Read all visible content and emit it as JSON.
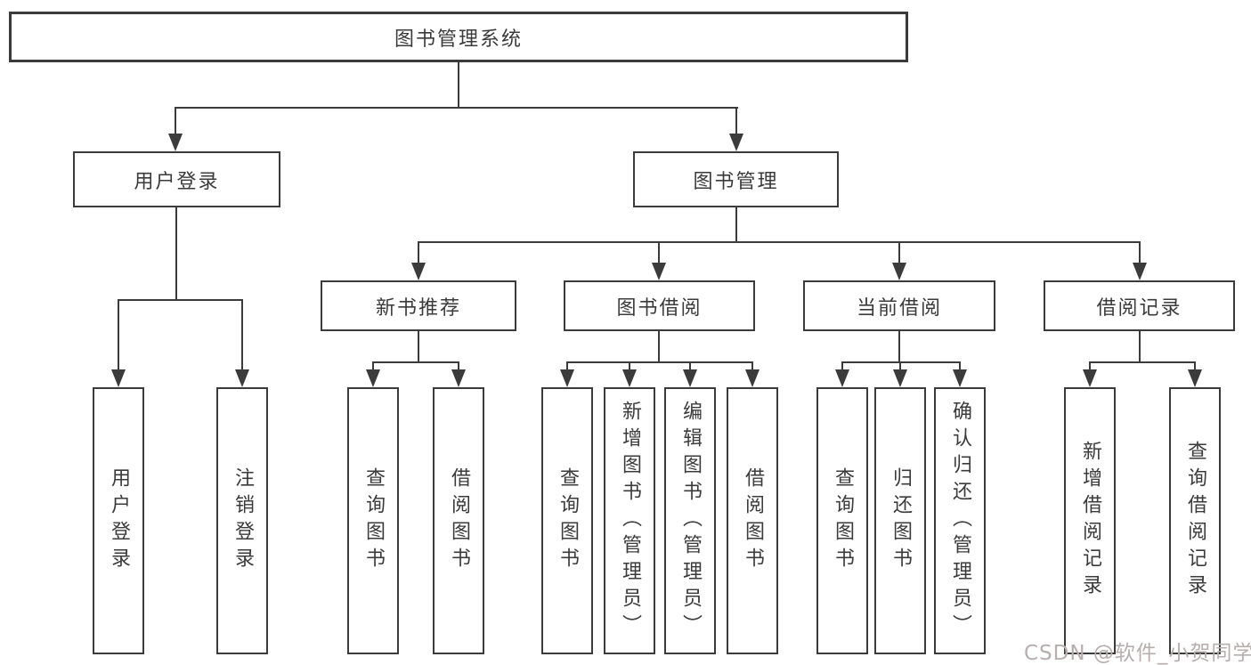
{
  "tree": {
    "label": "图书管理系统",
    "children": [
      {
        "label": "用户登录",
        "children": [
          {
            "label": "用户登录"
          },
          {
            "label": "注销登录"
          }
        ]
      },
      {
        "label": "图书管理",
        "children": [
          {
            "label": "新书推荐",
            "children": [
              {
                "label": "查询图书"
              },
              {
                "label": "借阅图书"
              }
            ]
          },
          {
            "label": "图书借阅",
            "children": [
              {
                "label": "查询图书"
              },
              {
                "label": "新增图书（管理员）"
              },
              {
                "label": "编辑图书（管理员）"
              },
              {
                "label": "借阅图书"
              }
            ]
          },
          {
            "label": "当前借阅",
            "children": [
              {
                "label": "查询图书"
              },
              {
                "label": "归还图书"
              },
              {
                "label": "确认归还（管理员）"
              }
            ]
          },
          {
            "label": "借阅记录",
            "children": [
              {
                "label": "新增借阅记录"
              },
              {
                "label": "查询借阅记录"
              }
            ]
          }
        ]
      }
    ]
  },
  "watermark": {
    "text": "CSDN @软件_小贺同学",
    "color": "#b7aeae"
  },
  "colors": {
    "line": "#3b3b3b",
    "text": "#3b3b3b",
    "background": "#ffffff"
  }
}
